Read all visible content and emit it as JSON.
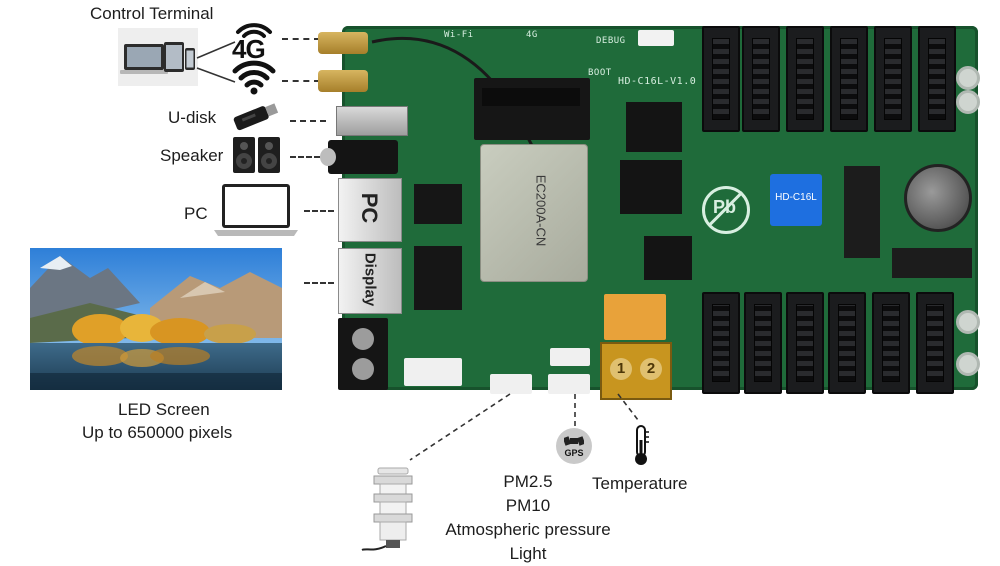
{
  "labels": {
    "control_terminal": "Control Terminal",
    "u_disk": "U-disk",
    "speaker": "Speaker",
    "pc": "PC",
    "led_screen_line1": "LED Screen",
    "led_screen_line2": "Up to 650000 pixels",
    "temperature": "Temperature",
    "sensor_line1": "PM2.5",
    "sensor_line2": "PM10",
    "sensor_line3": "Atmospheric pressure",
    "sensor_line4": "Light"
  },
  "icons": {
    "label_4g": "4G",
    "gps_label": "GPS"
  },
  "board": {
    "model_label": "HD-C16L",
    "board_id": "HD-C16L-V1.0",
    "module_text": "EC200A-CN",
    "port_pc": "PC",
    "port_display": "Display",
    "silk_wifi": "Wi-Fi",
    "silk_4g": "4G",
    "silk_debug": "DEBUG",
    "silk_boot": "BOOT",
    "silk_pb": "Pb",
    "relay_1": "1",
    "relay_2": "2"
  },
  "colors": {
    "pcb": "#1f6b3a",
    "pcb_dark": "#17522c",
    "chip_blue": "#1e6fe0",
    "relay": "#e8a23a"
  }
}
